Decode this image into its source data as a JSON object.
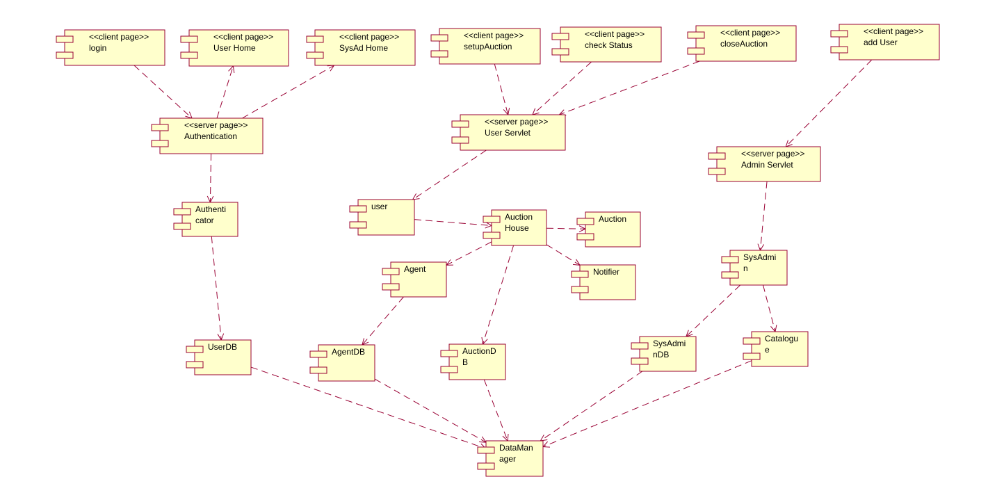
{
  "colors": {
    "component_fill": "#ffffcc",
    "line": "#990033",
    "text": "#000000"
  },
  "components": [
    {
      "id": "login",
      "lines": [
        "<<client page>>",
        "login"
      ]
    },
    {
      "id": "user-home",
      "lines": [
        "<<client page>>",
        "User Home"
      ]
    },
    {
      "id": "sysad-home",
      "lines": [
        "<<client page>>",
        "SysAd Home"
      ]
    },
    {
      "id": "setup-auction",
      "lines": [
        "<<client page>>",
        "setupAuction"
      ]
    },
    {
      "id": "check-status",
      "lines": [
        "<<client page>>",
        "check Status"
      ]
    },
    {
      "id": "close-auction",
      "lines": [
        "<<client page>>",
        "closeAuction"
      ]
    },
    {
      "id": "add-user",
      "lines": [
        "<<client page>>",
        "add User"
      ]
    },
    {
      "id": "authentication",
      "lines": [
        "<<server page>>",
        "Authentication"
      ]
    },
    {
      "id": "user-servlet",
      "lines": [
        "<<server page>>",
        "User Servlet"
      ]
    },
    {
      "id": "admin-servlet",
      "lines": [
        "<<server page>>",
        "Admin Servlet"
      ]
    },
    {
      "id": "authenticator",
      "lines": [
        "Authenti",
        "cator"
      ]
    },
    {
      "id": "user",
      "lines": [
        "user"
      ]
    },
    {
      "id": "auction-house",
      "lines": [
        "Auction",
        "House"
      ]
    },
    {
      "id": "auction",
      "lines": [
        "Auction"
      ]
    },
    {
      "id": "agent",
      "lines": [
        "Agent"
      ]
    },
    {
      "id": "notifier",
      "lines": [
        "Notifier"
      ]
    },
    {
      "id": "sysadmin",
      "lines": [
        "SysAdmi",
        "n"
      ]
    },
    {
      "id": "userdb",
      "lines": [
        "UserDB"
      ]
    },
    {
      "id": "agentdb",
      "lines": [
        "AgentDB"
      ]
    },
    {
      "id": "auctiondb",
      "lines": [
        "AuctionD",
        "B"
      ]
    },
    {
      "id": "sysadmindb",
      "lines": [
        "SysAdmi",
        "nDB"
      ]
    },
    {
      "id": "catalogue",
      "lines": [
        "Catalogu",
        "e"
      ]
    },
    {
      "id": "datamanager",
      "lines": [
        "DataMan",
        "ager"
      ]
    }
  ],
  "dependencies": [
    {
      "from": "login",
      "to": "authentication"
    },
    {
      "from": "authentication",
      "to": "user-home"
    },
    {
      "from": "authentication",
      "to": "sysad-home"
    },
    {
      "from": "authentication",
      "to": "authenticator"
    },
    {
      "from": "authenticator",
      "to": "userdb"
    },
    {
      "from": "setup-auction",
      "to": "user-servlet"
    },
    {
      "from": "check-status",
      "to": "user-servlet"
    },
    {
      "from": "close-auction",
      "to": "user-servlet"
    },
    {
      "from": "add-user",
      "to": "admin-servlet"
    },
    {
      "from": "user-servlet",
      "to": "user"
    },
    {
      "from": "user",
      "to": "auction-house"
    },
    {
      "from": "auction-house",
      "to": "auction"
    },
    {
      "from": "auction-house",
      "to": "agent"
    },
    {
      "from": "auction-house",
      "to": "notifier"
    },
    {
      "from": "auction-house",
      "to": "auctiondb"
    },
    {
      "from": "agent",
      "to": "agentdb"
    },
    {
      "from": "admin-servlet",
      "to": "sysadmin"
    },
    {
      "from": "sysadmin",
      "to": "sysadmindb"
    },
    {
      "from": "sysadmin",
      "to": "catalogue"
    },
    {
      "from": "userdb",
      "to": "datamanager"
    },
    {
      "from": "agentdb",
      "to": "datamanager"
    },
    {
      "from": "auctiondb",
      "to": "datamanager"
    },
    {
      "from": "sysadmindb",
      "to": "datamanager"
    },
    {
      "from": "catalogue",
      "to": "datamanager"
    }
  ]
}
